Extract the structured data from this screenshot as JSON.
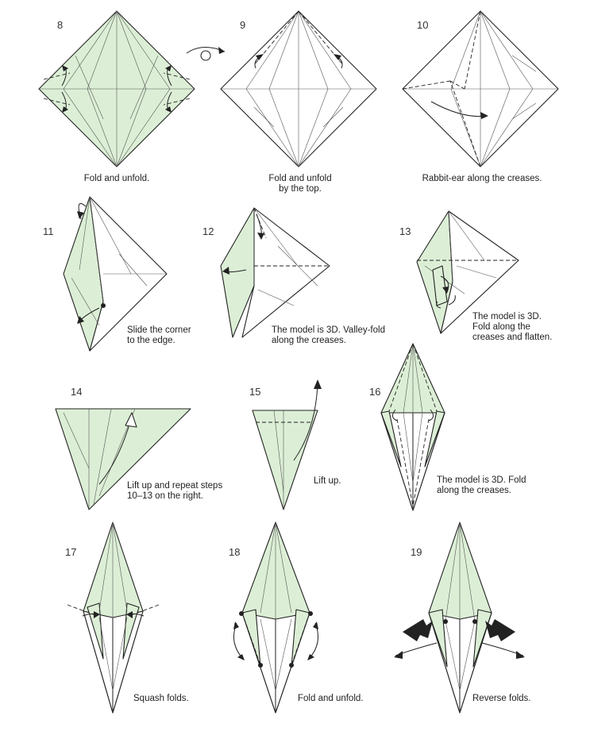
{
  "steps": [
    {
      "number": "8",
      "caption_lines": [
        "Fold and unfold."
      ]
    },
    {
      "number": "9",
      "caption_lines": [
        "Fold and unfold",
        "by the top."
      ]
    },
    {
      "number": "10",
      "caption_lines": [
        "Rabbit-ear along the creases."
      ]
    },
    {
      "number": "11",
      "caption_lines": [
        "Slide the corner",
        "to the edge."
      ]
    },
    {
      "number": "12",
      "caption_lines": [
        "The model is 3D. Valley-fold",
        "along the creases."
      ]
    },
    {
      "number": "13",
      "caption_lines": [
        "The model is 3D.",
        "Fold along the",
        "creases and flatten."
      ]
    },
    {
      "number": "14",
      "caption_lines": [
        "Lift up and repeat steps",
        "10–13 on the right."
      ]
    },
    {
      "number": "15",
      "caption_lines": [
        "Lift up."
      ]
    },
    {
      "number": "16",
      "caption_lines": [
        "The model is 3D. Fold",
        "along the creases."
      ]
    },
    {
      "number": "17",
      "caption_lines": [
        "Squash folds."
      ]
    },
    {
      "number": "18",
      "caption_lines": [
        "Fold and unfold."
      ]
    },
    {
      "number": "19",
      "caption_lines": [
        "Reverse folds."
      ]
    }
  ],
  "icons": {
    "turn_over": "turn-over-icon",
    "fold_arrow": "fold-arrow-icon",
    "push_arrow": "push-arrow-icon"
  },
  "colors": {
    "paper_colored": "#dcefd6",
    "paper_white": "#ffffff",
    "line": "#222222"
  }
}
